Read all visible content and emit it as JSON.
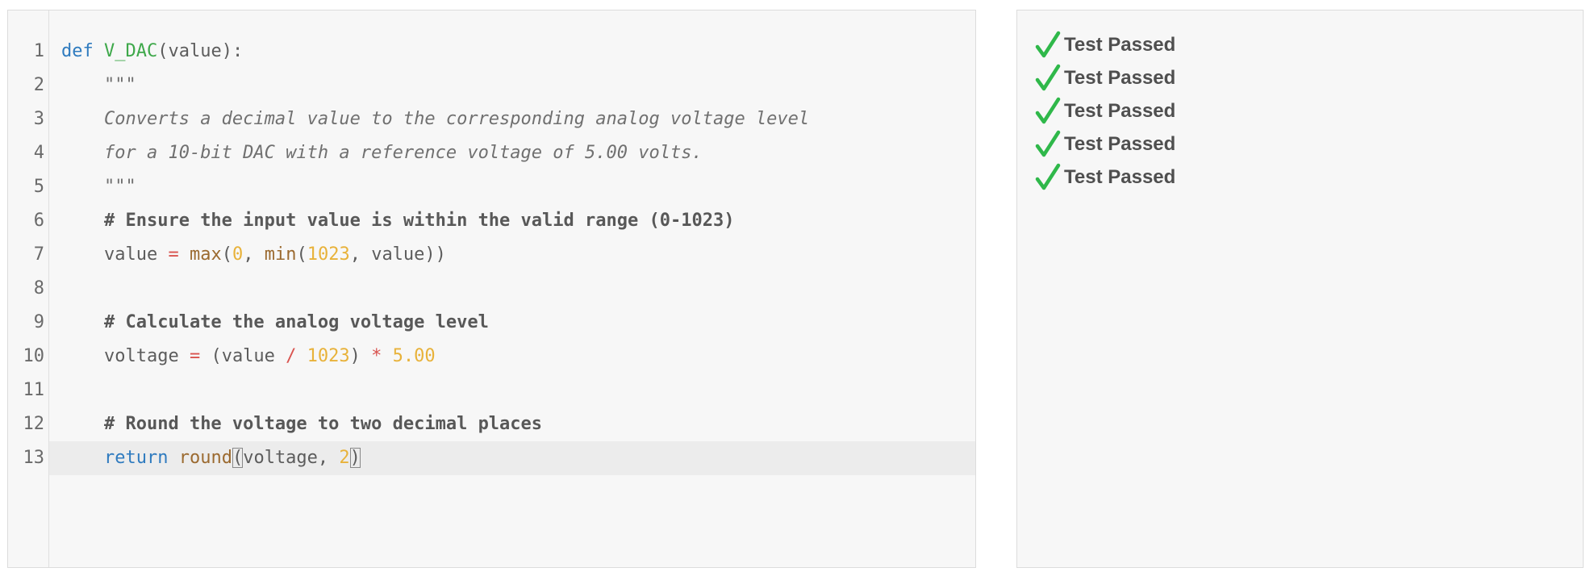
{
  "editor": {
    "lines": [
      {
        "num": "1"
      },
      {
        "num": "2"
      },
      {
        "num": "3"
      },
      {
        "num": "4"
      },
      {
        "num": "5"
      },
      {
        "num": "6"
      },
      {
        "num": "7"
      },
      {
        "num": "8"
      },
      {
        "num": "9"
      },
      {
        "num": "10"
      },
      {
        "num": "11"
      },
      {
        "num": "12"
      },
      {
        "num": "13"
      }
    ],
    "tokens": {
      "def": "def",
      "fn_name": "V_DAC",
      "sig_rest": "(value):",
      "doc_open": "\"\"\"",
      "doc_line1": "Converts a decimal value to the corresponding analog voltage level",
      "doc_line2": "for a 10-bit DAC with a reference voltage of 5.00 volts.",
      "doc_close": "\"\"\"",
      "comment1": "# Ensure the input value is within the valid range (0-1023)",
      "l7_a": "value ",
      "l7_eq": "=",
      "l7_sp": " ",
      "l7_max": "max",
      "l7_p1": "(",
      "l7_zero": "0",
      "l7_comma": ", ",
      "l7_min": "min",
      "l7_p2": "(",
      "l7_1023": "1023",
      "l7_rest": ", value))",
      "comment2": "# Calculate the analog voltage level",
      "l10_a": "voltage ",
      "l10_eq": "=",
      "l10_b": " (value ",
      "l10_div": "/",
      "l10_sp": " ",
      "l10_1023": "1023",
      "l10_c": ") ",
      "l10_mul": "*",
      "l10_sp2": " ",
      "l10_500": "5.00",
      "comment3": "# Round the voltage to two decimal places",
      "l13_return": "return",
      "l13_sp": " ",
      "l13_round": "round",
      "l13_open": "(",
      "l13_args": "voltage, ",
      "l13_two": "2",
      "l13_close": ")"
    }
  },
  "results": {
    "items": [
      {
        "label": "Test Passed",
        "icon": "check-icon"
      },
      {
        "label": "Test Passed",
        "icon": "check-icon"
      },
      {
        "label": "Test Passed",
        "icon": "check-icon"
      },
      {
        "label": "Test Passed",
        "icon": "check-icon"
      },
      {
        "label": "Test Passed",
        "icon": "check-icon"
      }
    ],
    "colors": {
      "check": "#2fb84a"
    }
  }
}
